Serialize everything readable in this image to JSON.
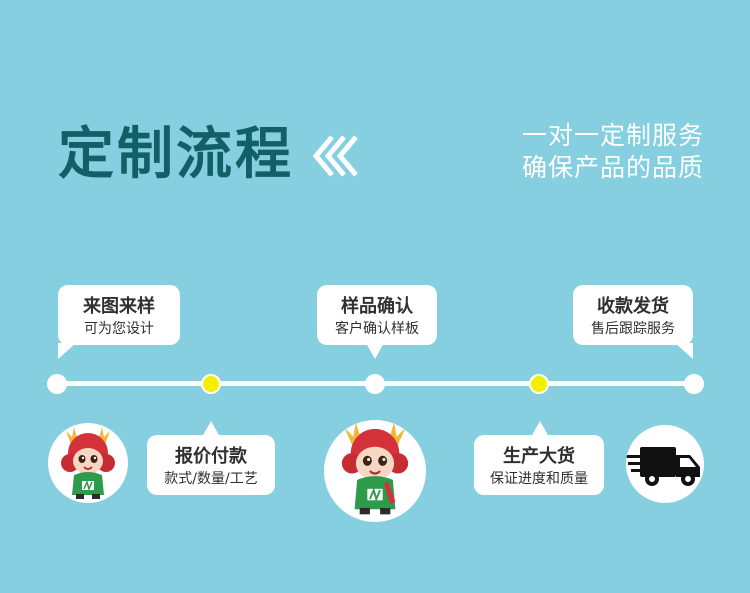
{
  "header": {
    "title": "定制流程",
    "chevron_icon": "double-chevron-left-icon",
    "tagline_line1": "一对一定制服务",
    "tagline_line2": "确保产品的品质"
  },
  "steps": [
    {
      "title": "来图来样",
      "subtitle": "可为您设计"
    },
    {
      "title": "报价付款",
      "subtitle": "款式/数量/工艺"
    },
    {
      "title": "样品确认",
      "subtitle": "客户确认样板"
    },
    {
      "title": "生产大货",
      "subtitle": "保证进度和质量"
    },
    {
      "title": "收款发货",
      "subtitle": "售后跟踪服务"
    }
  ],
  "colors": {
    "background": "#86cfe0",
    "title": "#135f67",
    "accent_dot": "#f2ef00",
    "bubble": "#ffffff"
  },
  "icons": {
    "mascot_small": "dragon-mascot-icon",
    "mascot_large": "dragon-mascot-icon",
    "truck": "delivery-truck-icon"
  }
}
